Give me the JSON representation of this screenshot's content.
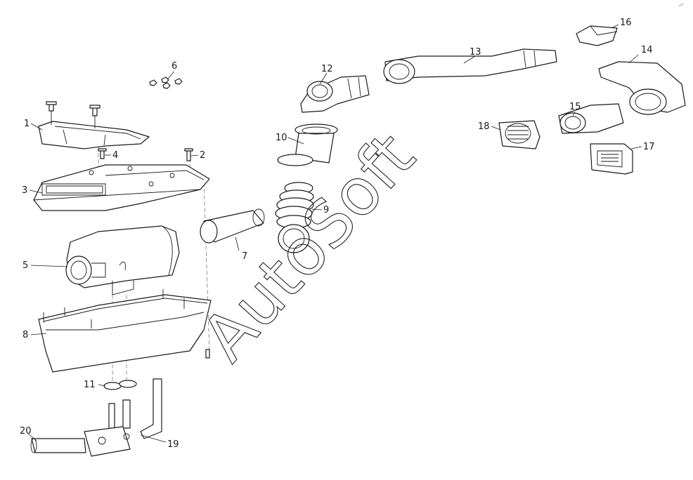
{
  "callouts": [
    "1",
    "2",
    "3",
    "4",
    "5",
    "6",
    "7",
    "8",
    "9",
    "10",
    "11",
    "12",
    "13",
    "14",
    "15",
    "16",
    "17",
    "18",
    "19",
    "20"
  ],
  "watermark": "AutoSoft",
  "corner_mark": "ᵃᵘᵗᵒ"
}
